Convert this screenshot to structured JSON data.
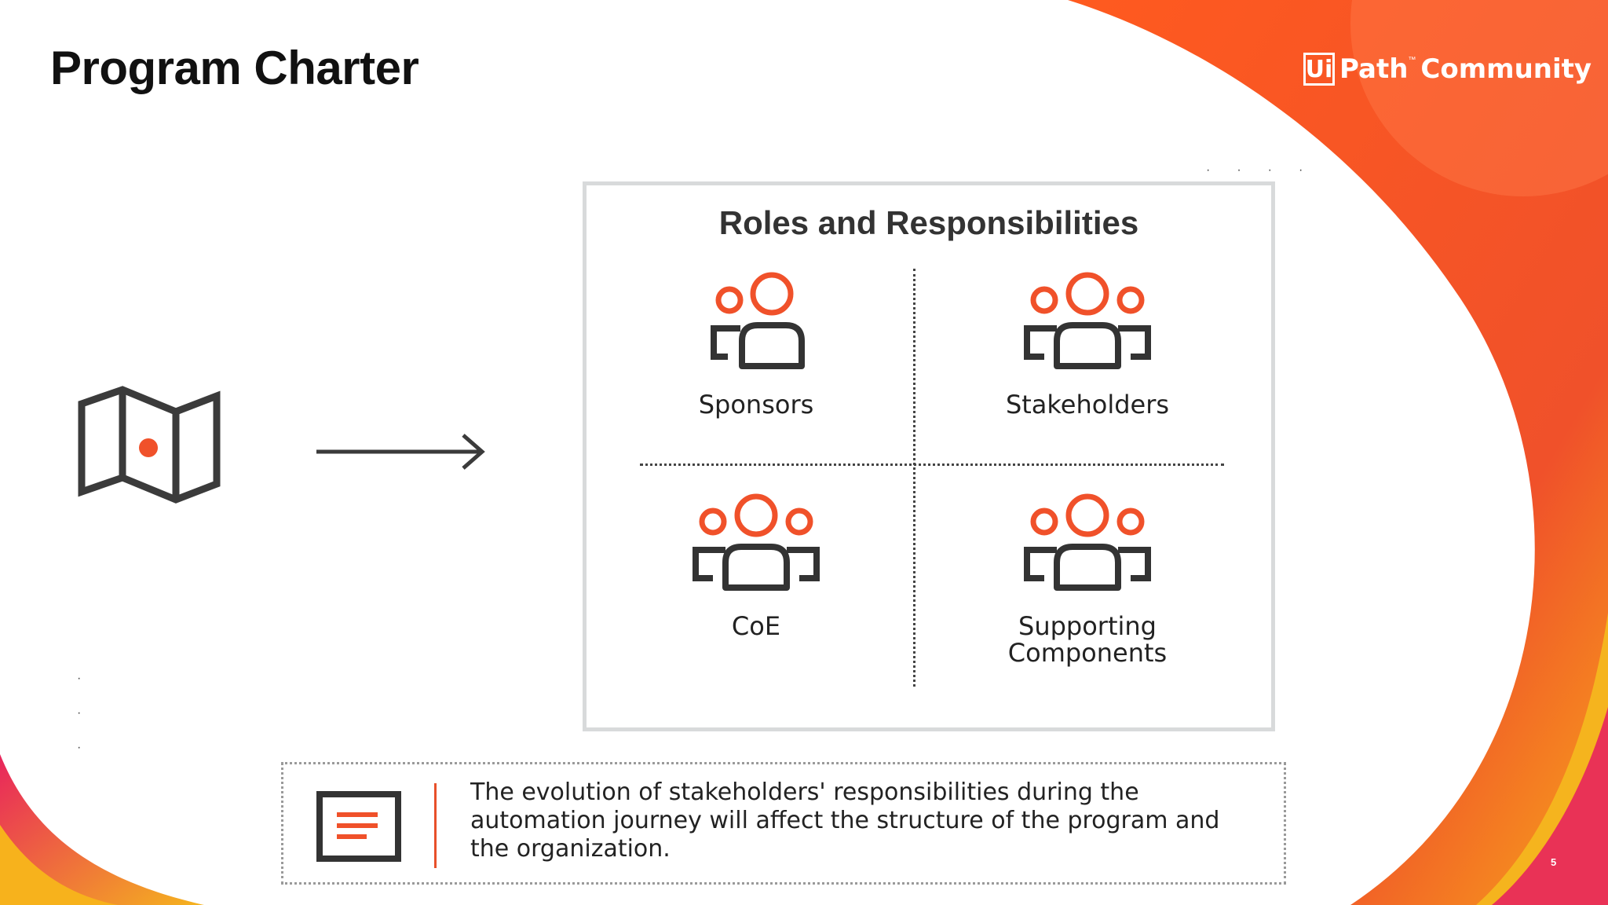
{
  "slide": {
    "title": "Program Charter",
    "page_number": "5"
  },
  "brand": {
    "logo_mark": "Ui",
    "logo_path": "Path",
    "logo_tm": "™",
    "logo_community": "Community",
    "accent": "#f0512a",
    "accent_secondary": "#ff6a3d",
    "accent_warm": "#f5b41e",
    "accent_pink": "#e8245c"
  },
  "flow": {
    "source_icon": "map-icon",
    "connector_icon": "right-arrow-icon"
  },
  "roles_panel": {
    "title": "Roles and Responsibilities",
    "roles": [
      {
        "label": "Sponsors",
        "icon": "group-two-icon"
      },
      {
        "label": "Stakeholders",
        "icon": "group-three-icon"
      },
      {
        "label": "CoE",
        "icon": "group-three-icon"
      },
      {
        "label": "Supporting Components",
        "icon": "group-three-icon"
      }
    ]
  },
  "note": {
    "icon": "document-lines-icon",
    "text": "The evolution of stakeholders' responsibilities during the automation journey will affect the structure of the program and the organization."
  }
}
